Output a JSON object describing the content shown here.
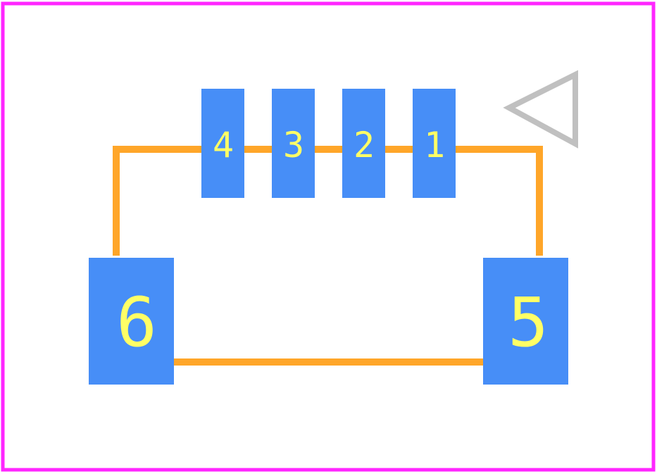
{
  "colors": {
    "board_outline": "#ff26ff",
    "silkscreen": "#ffa629",
    "pad": "#478ef7",
    "pad_label": "#ffff66",
    "pin1_marker": "#c0c0c0",
    "background": "#ffffff"
  },
  "pads": [
    {
      "id": "pad-4",
      "label": "4"
    },
    {
      "id": "pad-3",
      "label": "3"
    },
    {
      "id": "pad-2",
      "label": "2"
    },
    {
      "id": "pad-1",
      "label": "1"
    },
    {
      "id": "pad-6",
      "label": "6"
    },
    {
      "id": "pad-5",
      "label": "5"
    }
  ],
  "marker": {
    "icon": "pin1-triangle-icon"
  }
}
